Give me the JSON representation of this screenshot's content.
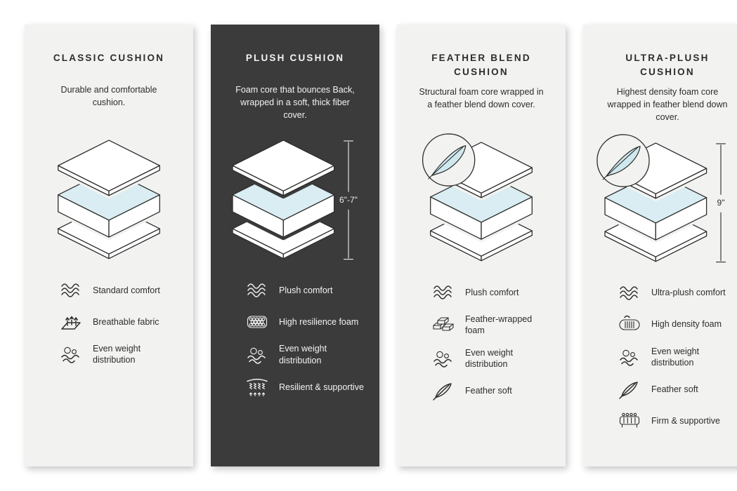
{
  "colors": {
    "background": "#ffffff",
    "card_bg": "#f2f2f1",
    "dark_card_bg": "#3b3b3b",
    "foam_blue": "#cfe8ee",
    "foam_stripe": "#85b9c6",
    "outline": "#2d2d2d"
  },
  "cards": [
    {
      "title": "CLASSIC CUSHION",
      "description": "Durable and comfortable cushion.",
      "theme": "light",
      "has_feather_badge": false,
      "measurement": "",
      "features": [
        {
          "icon": "waves-icon",
          "label": "Standard comfort"
        },
        {
          "icon": "breathable-fabric-icon",
          "label": "Breathable fabric"
        },
        {
          "icon": "weight-distribution-icon",
          "label": "Even weight distribution"
        }
      ]
    },
    {
      "title": "PLUSH CUSHION",
      "description": "Foam core that bounces Back, wrapped in a soft, thick fiber cover.",
      "theme": "dark",
      "has_feather_badge": false,
      "measurement": "6\"-7\"",
      "features": [
        {
          "icon": "waves-icon",
          "label": "Plush comfort"
        },
        {
          "icon": "honeycomb-foam-icon",
          "label": "High resilience foam"
        },
        {
          "icon": "weight-distribution-icon",
          "label": "Even weight distribution"
        },
        {
          "icon": "springs-icon",
          "label": "Resilient & supportive"
        }
      ]
    },
    {
      "title": "FEATHER BLEND CUSHION",
      "description": "Structural foam core wrapped in a feather blend down cover.",
      "theme": "light",
      "has_feather_badge": true,
      "measurement": "",
      "features": [
        {
          "icon": "waves-icon",
          "label": "Plush comfort"
        },
        {
          "icon": "foam-bricks-icon",
          "label": "Feather-wrapped foam"
        },
        {
          "icon": "weight-distribution-icon",
          "label": "Even weight distribution"
        },
        {
          "icon": "feather-icon",
          "label": "Feather soft"
        }
      ]
    },
    {
      "title": "ULTRA-PLUSH CUSHION",
      "description": "Highest density foam core wrapped in feather blend down cover.",
      "theme": "light",
      "has_feather_badge": true,
      "measurement": "9\"",
      "features": [
        {
          "icon": "waves-icon",
          "label": "Ultra-plush comfort"
        },
        {
          "icon": "density-foam-icon",
          "label": "High density foam"
        },
        {
          "icon": "weight-distribution-icon",
          "label": "Even weight distribution"
        },
        {
          "icon": "feather-icon",
          "label": "Feather soft"
        },
        {
          "icon": "firm-supportive-icon",
          "label": "Firm & supportive"
        }
      ]
    }
  ]
}
